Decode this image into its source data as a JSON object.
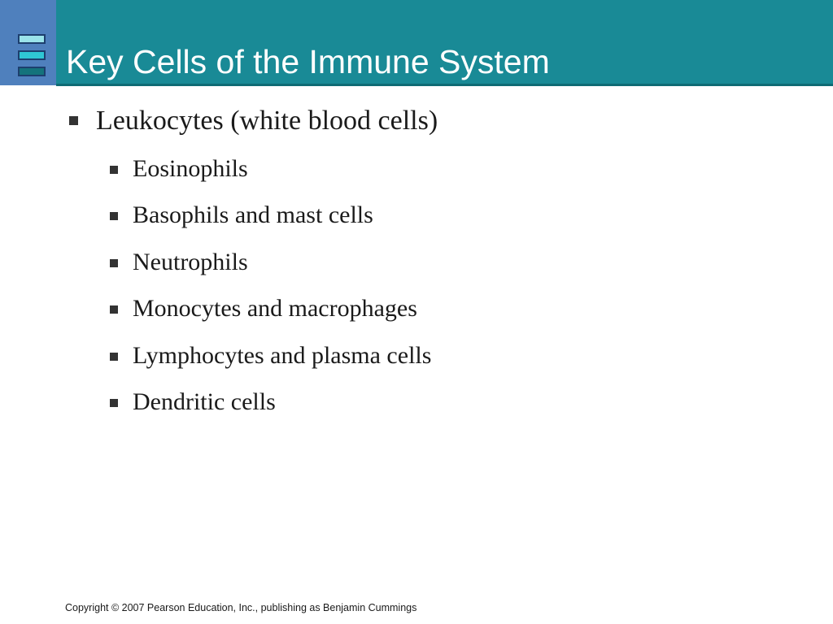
{
  "colors": {
    "header_teal": "#198A96",
    "header_blue": "#4F80BD",
    "header_rule": "#0F6B74",
    "logo_light": "#9AE3EA",
    "logo_mid": "#2FC7D4",
    "logo_dark": "#14737C",
    "logo_border": "#1D3F6E"
  },
  "icons": {
    "logo": "stacked-stripes-icon",
    "bullet": "square-bullet"
  },
  "slide": {
    "title": "Key Cells of the Immune System",
    "bullets": [
      {
        "level": 1,
        "text": "Leukocytes (white blood cells)"
      },
      {
        "level": 2,
        "text": "Eosinophils"
      },
      {
        "level": 2,
        "text": "Basophils and mast cells"
      },
      {
        "level": 2,
        "text": "Neutrophils"
      },
      {
        "level": 2,
        "text": "Monocytes and macrophages"
      },
      {
        "level": 2,
        "text": "Lymphocytes and plasma cells"
      },
      {
        "level": 2,
        "text": "Dendritic cells"
      }
    ],
    "footer": "Copyright © 2007 Pearson Education, Inc., publishing as Benjamin Cummings"
  }
}
